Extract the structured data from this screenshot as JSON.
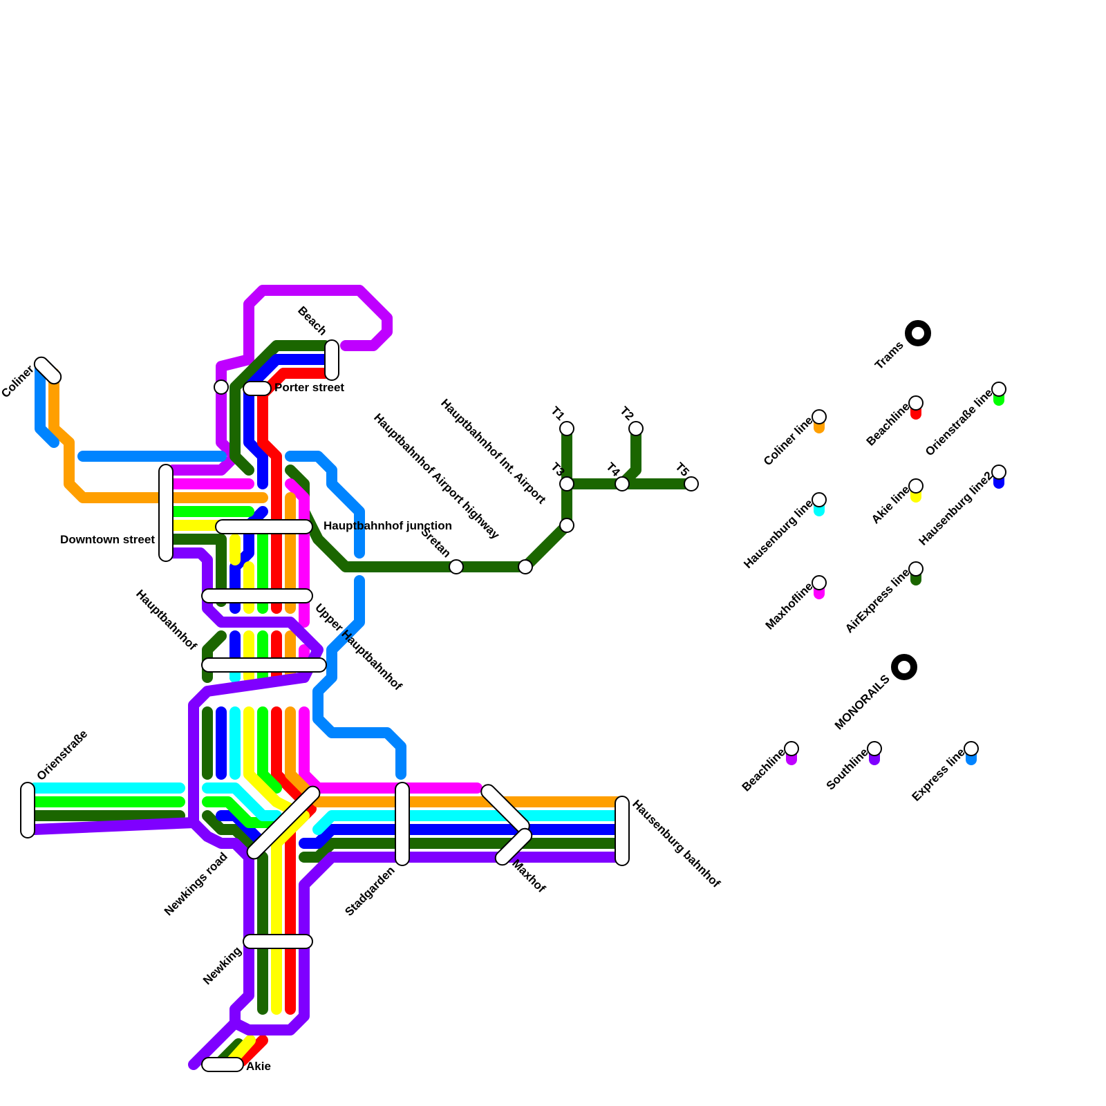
{
  "colors": {
    "coliner": "#ff9f00",
    "beachline_tram": "#ff0000",
    "oriens": "#00ff00",
    "hausenburg": "#00ffff",
    "akie": "#ffff00",
    "hausenburg2": "#0000ff",
    "maxhof": "#ff00ff",
    "airexpress": "#1b6600",
    "beachline_mono": "#bf00ff",
    "southline": "#7f00ff",
    "express": "#0084ff"
  },
  "stations": {
    "coliner": "Coliner",
    "beach": "Beach",
    "porter": "Porter street",
    "downtown": "Downtown street",
    "hbf_junction": "Hauptbahnhof junction",
    "hauptbahnhof": "Hauptbahnhof",
    "upper_hbf": "Upper Hauptbahnhof",
    "oriens": "Orienstraße",
    "newkings_road": "Newkings road",
    "newking": "Newking",
    "akie": "Akie",
    "stadgarden": "Stadgarden",
    "maxhof": "Maxhof",
    "hausenburg": "Hausenburg bahnhof",
    "sretan": "Sretan",
    "hbf_airport_hwy": "Hauptbahnhof Airport highway",
    "hbf_int_airport": "Hauptbahnhof Int. Airport",
    "t1": "T1",
    "t2": "T2",
    "t3": "T3",
    "t4": "T4",
    "t5": "T5"
  },
  "legend": {
    "trams_title": "Trams",
    "monorails_title": "MONORAILS",
    "trams": [
      {
        "name": "Coliner line",
        "color": "#ff9f00"
      },
      {
        "name": "Beachline",
        "color": "#ff0000"
      },
      {
        "name": "Orienstraße line",
        "color": "#00ff00"
      },
      {
        "name": "Hausenburg line",
        "color": "#00ffff"
      },
      {
        "name": "Akie line",
        "color": "#ffff00"
      },
      {
        "name": "Hausenburg line2",
        "color": "#0000ff"
      },
      {
        "name": "Maxhofline",
        "color": "#ff00ff"
      },
      {
        "name": "AirExpress line",
        "color": "#1b6600"
      }
    ],
    "monorails": [
      {
        "name": "Beachline",
        "color": "#bf00ff"
      },
      {
        "name": "Southline",
        "color": "#7f00ff"
      },
      {
        "name": "Express line",
        "color": "#0084ff"
      }
    ]
  }
}
